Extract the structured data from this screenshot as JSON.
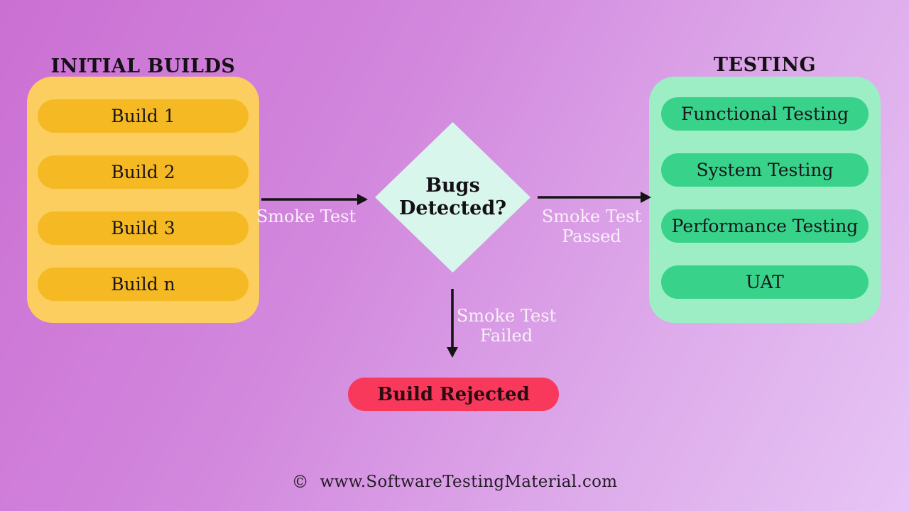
{
  "colors": {
    "background_top_left": "#cb6fd3",
    "background_bottom_right": "#e7c5f5",
    "builds_panel": "#fcce60",
    "builds_pill": "#f4b923",
    "testing_panel": "#9deec5",
    "testing_pill": "#38d28b",
    "decision_diamond": "#d9f6ed",
    "rejected_pill": "#f9395c",
    "arrow": "#141414",
    "dark_text": "#1b141b",
    "light_text": "#f8f0f8"
  },
  "initial_builds": {
    "title": "INITIAL BUILDS",
    "items": [
      "Build 1",
      "Build 2",
      "Build 3",
      "Build n"
    ]
  },
  "decision": {
    "line1": "Bugs",
    "line2": "Detected?"
  },
  "testing": {
    "title": "TESTING",
    "items": [
      "Functional Testing",
      "System Testing",
      "Performance Testing",
      "UAT"
    ]
  },
  "edges": {
    "smoke_test": "Smoke Test",
    "passed_line1": "Smoke Test",
    "passed_line2": "Passed",
    "failed_line1": "Smoke Test",
    "failed_line2": "Failed"
  },
  "rejected": {
    "label": "Build Rejected"
  },
  "footer": {
    "symbol": "©",
    "text": "www.SoftwareTestingMaterial.com"
  }
}
